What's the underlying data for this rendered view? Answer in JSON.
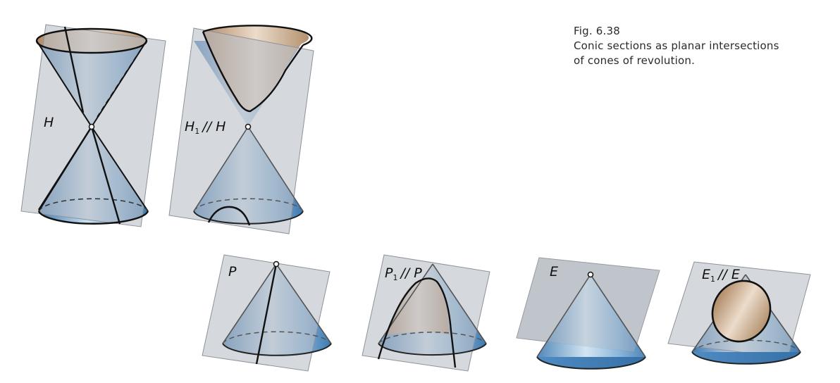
{
  "caption": {
    "fig_number": "Fig. 6.38",
    "line1": "Conic sections as planar intersections",
    "line2": "of cones of revolution."
  },
  "labels": {
    "h": "H",
    "h1_main": "H",
    "h1_sub": "1",
    "h1_rel": "// H",
    "p": "P",
    "p1_main": "P",
    "p1_sub": "1",
    "p1_rel": "// P",
    "e": "E",
    "e1_main": "E",
    "e1_sub": "1",
    "e1_rel": "// E"
  },
  "colors": {
    "cone_blue": "#5b93c4",
    "cone_blue_light": "#bcd6ea",
    "cone_inner_tan": "#c4a788",
    "plane_gray": "#b9bec6",
    "outline": "#111111"
  }
}
